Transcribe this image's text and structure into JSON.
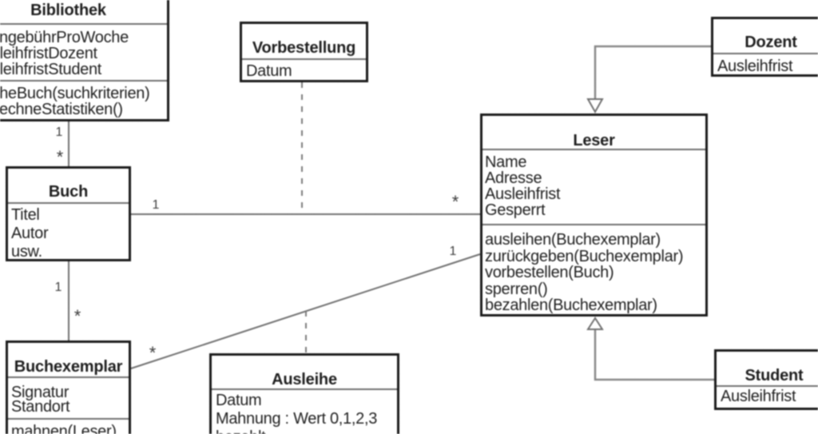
{
  "diagram": {
    "kind": "UML class diagram",
    "topic": "Bibliothek (library system)",
    "language": "de"
  },
  "colors": {
    "background": "#ffffff",
    "box_fill": "#ffffff",
    "box_border": "#1c1c1c",
    "separator": "#6e6e6e",
    "connector": "#6f6f6f",
    "generalization": "#878787",
    "text": "#1e1e1e"
  },
  "classes": {
    "bibliothek": {
      "name": "Bibliothek",
      "attributes": [
        "MahngebührProWoche",
        "AusleihfristDozent",
        "AusleihfristStudent"
      ],
      "methods": [
        "sucheBuch(suchkriterien)",
        "berechneStatistiken()"
      ]
    },
    "vorbestellung": {
      "name": "Vorbestellung",
      "attributes": [
        "Datum"
      ],
      "methods": []
    },
    "dozent": {
      "name": "Dozent",
      "attributes": [
        "Ausleihfrist"
      ],
      "methods": []
    },
    "leser": {
      "name": "Leser",
      "attributes": [
        "Name",
        "Adresse",
        "Ausleihfrist",
        "Gesperrt"
      ],
      "methods": [
        "ausleihen(Buchexemplar)",
        "zurückgeben(Buchexemplar)",
        "vorbestellen(Buch)",
        "sperren()",
        "bezahlen(Buchexemplar)"
      ]
    },
    "buch": {
      "name": "Buch",
      "attributes": [
        "Titel",
        "Autor",
        "usw."
      ],
      "methods": []
    },
    "buchexemplar": {
      "name": "Buchexemplar",
      "attributes": [
        "Signatur",
        "Standort"
      ],
      "methods": [
        "mahnen(Leser)"
      ]
    },
    "ausleihe": {
      "name": "Ausleihe",
      "attributes": [
        "Datum",
        "Mahnung : Wert 0,1,2,3",
        "bezahlt"
      ],
      "methods": []
    },
    "student": {
      "name": "Student",
      "attributes": [
        "Ausleihfrist"
      ],
      "methods": []
    }
  },
  "associations": {
    "bibliothek_buch": {
      "from": "Bibliothek",
      "to": "Buch",
      "mult_from": "1",
      "mult_to": "*"
    },
    "buch_leser": {
      "from": "Buch",
      "to": "Leser",
      "mult_from": "1",
      "mult_to": "*"
    },
    "buch_buchexemplar": {
      "from": "Buch",
      "to": "Buchexemplar",
      "mult_from": "1",
      "mult_to": "*"
    },
    "buchexemplar_leser": {
      "from": "Buchexemplar",
      "to": "Leser",
      "mult_from": "*",
      "mult_to": "1"
    },
    "vorbestellung_buch_leser": {
      "from": "Vorbestellung",
      "to": "Buch-Leser association",
      "style": "dashed association class link"
    },
    "ausleihe_buchexemplar_leser": {
      "from": "Ausleihe",
      "to": "Buchexemplar-Leser association",
      "style": "dashed association class link"
    },
    "dozent_leser": {
      "from": "Dozent",
      "to": "Leser",
      "type": "generalization"
    },
    "student_leser": {
      "from": "Student",
      "to": "Leser",
      "type": "generalization"
    }
  }
}
